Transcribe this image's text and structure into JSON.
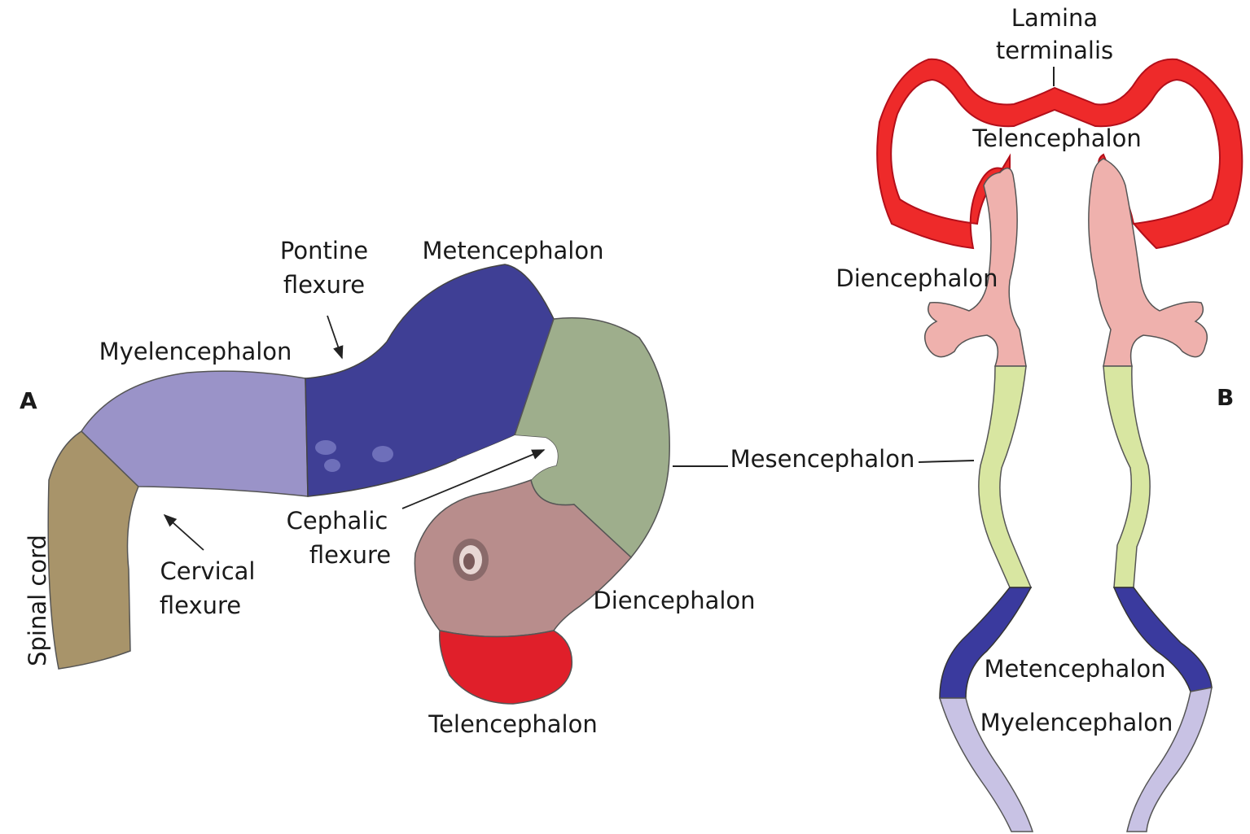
{
  "panels": {
    "a": "A",
    "b": "B"
  },
  "labels_a": {
    "pontine_1": "Pontine",
    "pontine_2": "flexure",
    "metencephalon": "Metencephalon",
    "myelencephalon": "Myelencephalon",
    "cephalic_1": "Cephalic",
    "cephalic_2": "flexure",
    "cervical_1": "Cervical",
    "cervical_2": "flexure",
    "spinal_cord": "Spinal cord",
    "diencephalon": "Diencephalon",
    "telencephalon": "Telencephalon",
    "mesencephalon": "Mesencephalon"
  },
  "labels_b": {
    "lamina_1": "Lamina",
    "lamina_2": "terminalis",
    "telencephalon": "Telencephalon",
    "diencephalon": "Diencephalon",
    "metencephalon": "Metencephalon",
    "myelencephalon": "Myelencephalon"
  },
  "colors": {
    "spinal_cord": "#a8946a",
    "myelencephalon": "#9a93c8",
    "metencephalon": "#3f3f95",
    "mesencephalon": "#9eae8c",
    "diencephalon": "#b88d8c",
    "telencephalon": "#e01f2a",
    "b_telencephalon": "#ee2a2a",
    "b_diencephalon": "#efb1ad",
    "b_mesencephalon": "#d8e6a1",
    "b_metencephalon": "#3a3a9e",
    "b_myelencephalon": "#c8c2e4"
  }
}
